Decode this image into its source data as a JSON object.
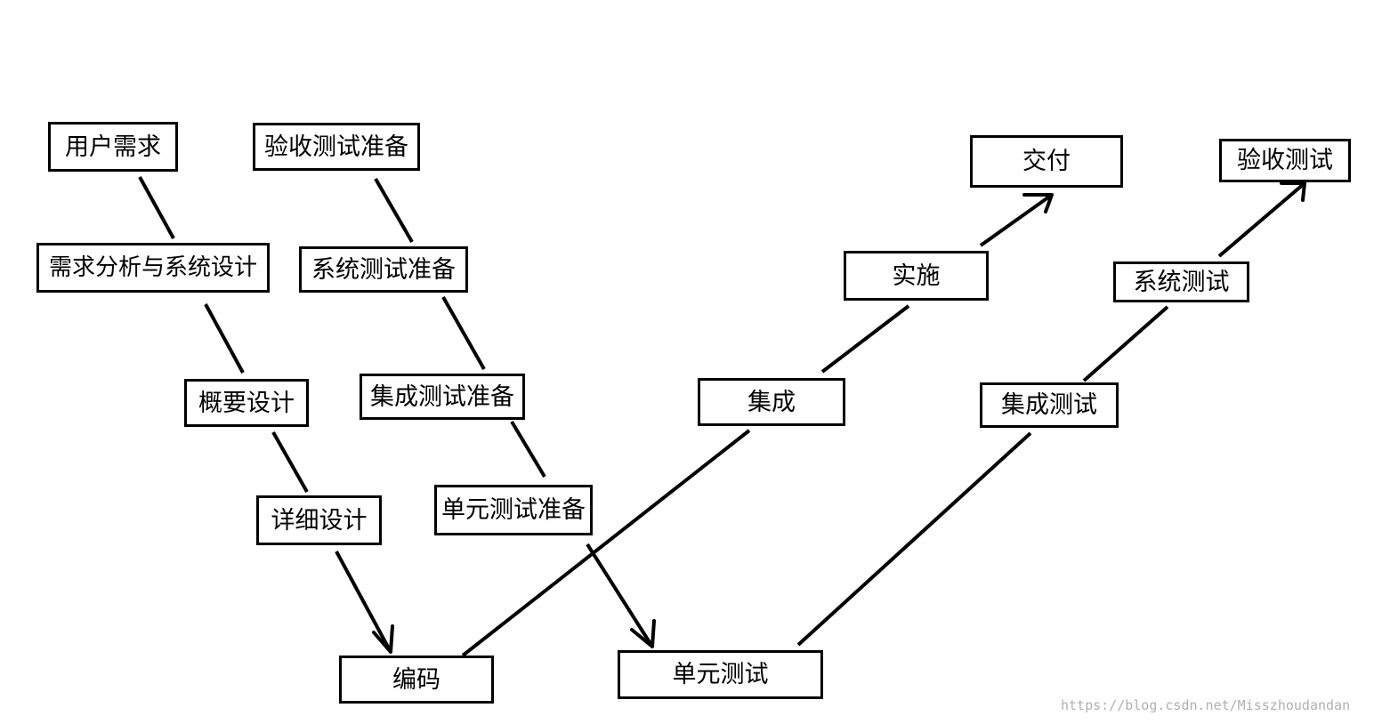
{
  "boxes": {
    "user_requirements": "用户需求",
    "requirement_analysis": "需求分析与系统设计",
    "outline_design": "概要设计",
    "detailed_design": "详细设计",
    "coding": "编码",
    "acceptance_test_prep": "验收测试准备",
    "system_test_prep": "系统测试准备",
    "integration_test_prep": "集成测试准备",
    "unit_test_prep": "单元测试准备",
    "unit_test": "单元测试",
    "integration": "集成",
    "implementation": "实施",
    "delivery": "交付",
    "integration_test": "集成测试",
    "system_test": "系统测试",
    "acceptance_test": "验收测试"
  },
  "watermark": "https://blog.csdn.net/Misszhoudandan"
}
